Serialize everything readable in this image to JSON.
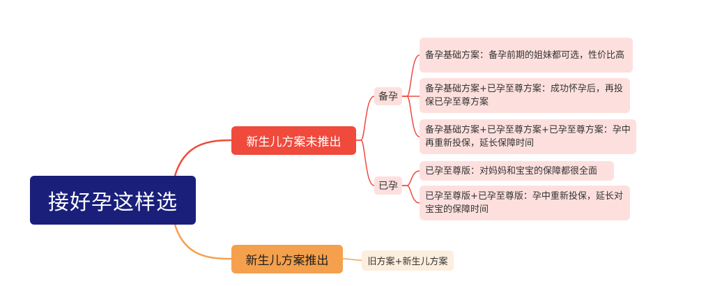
{
  "root": {
    "label": "接好孕这样选"
  },
  "branches": [
    {
      "label": "新生儿方案未推出",
      "children": [
        {
          "label": "备孕",
          "leaves": [
            "备孕基础方案：备孕前期的姐妹都可选，性价比高",
            "备孕基础方案+已孕至尊方案：成功怀孕后，再投保已孕至尊方案",
            "备孕基础方案+已孕至尊方案+已孕至尊方案：孕中再重新投保，延长保障时间"
          ]
        },
        {
          "label": "已孕",
          "leaves": [
            "已孕至尊版：对妈妈和宝宝的保障都很全面",
            "已孕至尊版+已孕至尊版：孕中重新投保，延长对宝宝的保障时间"
          ]
        }
      ]
    },
    {
      "label": "新生儿方案推出",
      "leaves": [
        "旧方案+新生儿方案"
      ]
    }
  ],
  "colors": {
    "root": "#1a1f7a",
    "branch_red": "#ef4a3c",
    "branch_orange": "#f5a04c",
    "sub_fill": "#fde0de",
    "leaf_fill": "#fde0de",
    "leaf_orange_fill": "#fdeede"
  }
}
